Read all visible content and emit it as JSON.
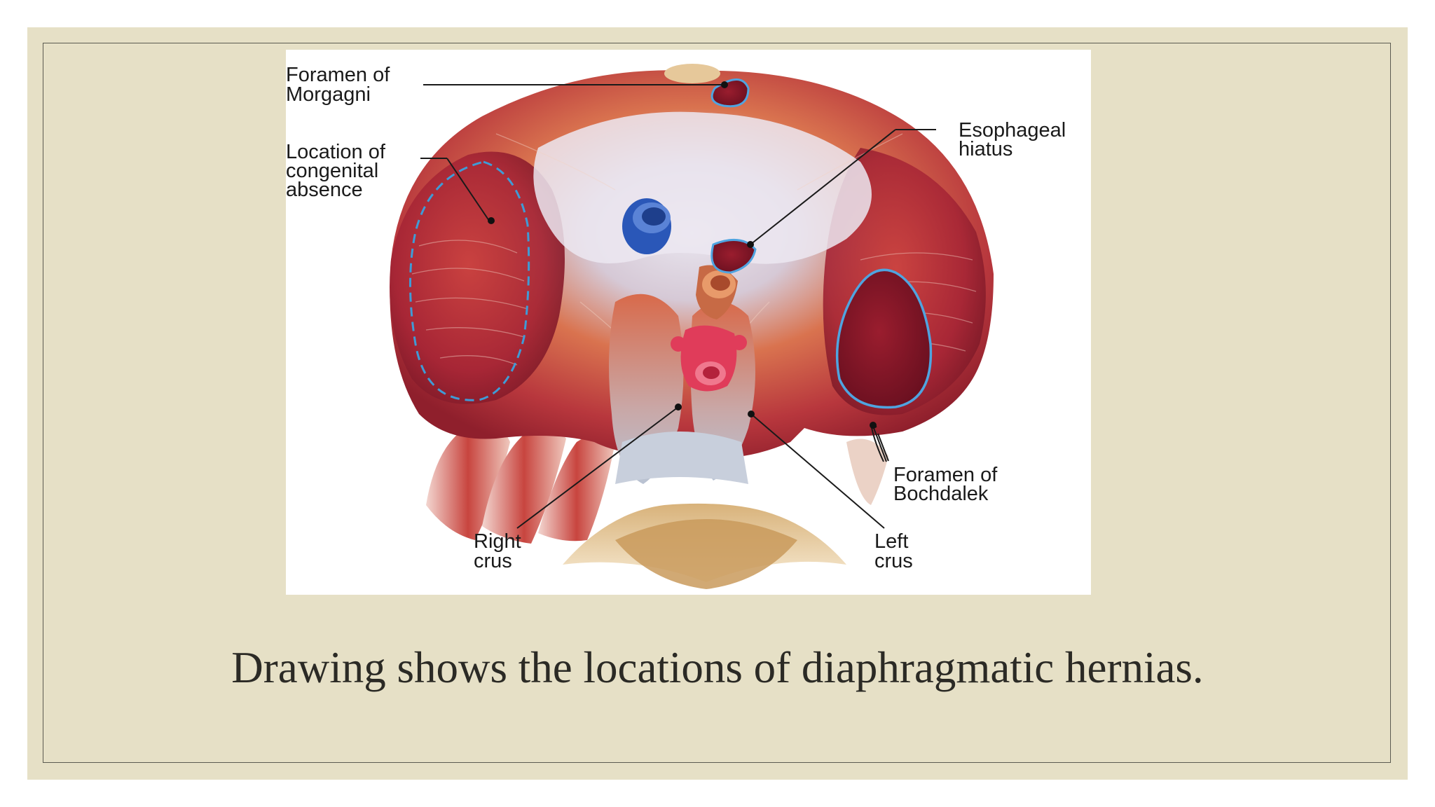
{
  "slide": {
    "caption": "Drawing shows the locations of diaphragmatic hernias."
  },
  "figure": {
    "labels": {
      "morgagni_1": "Foramen of",
      "morgagni_2": "Morgagni",
      "congenital_1": "Location of",
      "congenital_2": "congenital",
      "congenital_3": "absence",
      "esophageal_1": "Esophageal",
      "esophageal_2": "hiatus",
      "bochdalek_1": "Foramen of",
      "bochdalek_2": "Bochdalek",
      "right_crus_1": "Right",
      "right_crus_2": "crus",
      "left_crus_1": "Left",
      "left_crus_2": "crus"
    }
  }
}
